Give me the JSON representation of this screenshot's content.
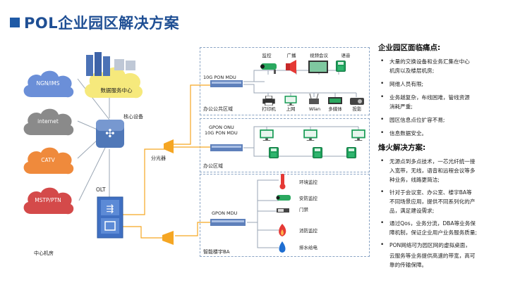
{
  "title": "POL企业园区解决方案",
  "left": {
    "clouds": [
      "NGN/IMS",
      "internet",
      "CATV",
      "MSTP/PTN"
    ],
    "data_center": "数据服务中心",
    "core_device": "核心设备",
    "olt": "OLT",
    "splitter": "分光器",
    "central_room": "中心机房"
  },
  "zones": {
    "public": {
      "mdu": "10G PON MDU",
      "label": "办公公共区域",
      "top_devices": [
        "监控",
        "广播",
        "视频会议",
        "语音"
      ],
      "bottom_devices": [
        "打印机",
        "上网",
        "Wlan",
        "多媒体",
        "投影"
      ]
    },
    "office": {
      "mdu_line1": "GPON ONU",
      "mdu_line2": "10G PON MDU",
      "label": "办公区域"
    },
    "building": {
      "mdu": "GPON MDU",
      "label": "智能楼宇BA",
      "devices": [
        "环境监控",
        "安防监控",
        "门禁",
        "消防监控",
        "排水给电"
      ]
    }
  },
  "sidebar": {
    "pain_title": "企业园区面临痛点:",
    "pain_points": [
      [
        "大量的交换设备和业务汇集在中心",
        "机房以及楼层机房;"
      ],
      [
        "网维人员有限;"
      ],
      [
        "业务越复杂，布线困难，管线资源",
        "消耗严重;"
      ],
      [
        "园区信息点位扩容不易;"
      ],
      [
        "信息数据安全。"
      ]
    ],
    "solution_title": "烽火解决方案:",
    "solutions": [
      [
        "无源点到多点技术，一芯光纤统一接",
        "入宽带，无线，语音和远程会议等多",
        "种业务，线路更简洁;"
      ],
      [
        "针对于会议室、办公室、楼宇BA等",
        "不同场景应用，提供不同系列化的产",
        "品，满足建设需求;"
      ],
      [
        "通过Qos，业务分流，DBA等业务保",
        "障机制，保证企业用户业务服务质量;"
      ],
      [
        "PON网络可为园区网的虚拟桌面，"
      ],
      [
        "云服务等业务提供高速的带宽，高可",
        "靠的传输保障。"
      ]
    ]
  },
  "colors": {
    "title": "#1f4f94",
    "cloud": "#6b8fd8",
    "internet_cloud": "#8a8a8a",
    "catv_cloud": "#ef8a3c",
    "mstp_cloud": "#d44a4a",
    "fiber": "#f5a623",
    "phone": "#1e9e5a",
    "mdu": "#5e80bb"
  }
}
